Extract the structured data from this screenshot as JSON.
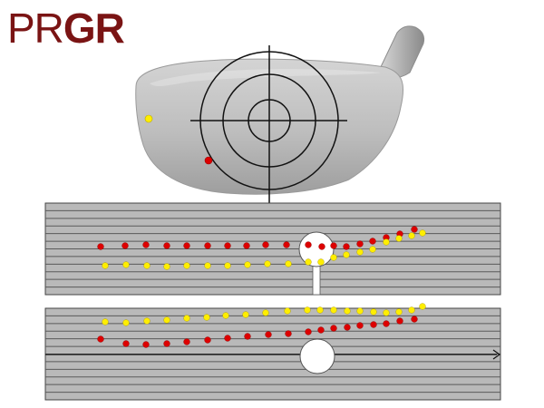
{
  "brand": {
    "logo_thin": "PR",
    "logo_bold": "GR",
    "logo_color": "#7a1414"
  },
  "colors": {
    "red_dot": "#dd0000",
    "yellow_dot": "#ffee00",
    "stripe_light": "#b9b9b9",
    "stripe_line": "#5a5a5a",
    "club_body": "#c0c0c0"
  },
  "impact_points": [
    {
      "name": "yellow-impact",
      "color": "yellow"
    },
    {
      "name": "red-impact",
      "color": "red"
    }
  ]
}
